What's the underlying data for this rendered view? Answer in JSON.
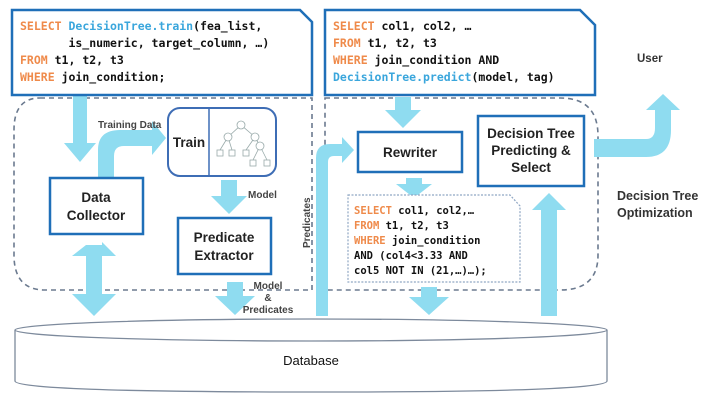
{
  "train_query": {
    "lines": [
      [
        {
          "t": "kw",
          "v": "SELECT "
        },
        {
          "t": "fn",
          "v": "DecisionTree.train"
        },
        {
          "t": "tx",
          "v": "(fea_list,"
        }
      ],
      [
        {
          "t": "tx",
          "v": "       is_numeric, target_column, …)"
        }
      ],
      [
        {
          "t": "kw",
          "v": "FROM "
        },
        {
          "t": "tx",
          "v": "t1, t2, t3"
        }
      ],
      [
        {
          "t": "kw",
          "v": "WHERE "
        },
        {
          "t": "tx",
          "v": "join_condition;"
        }
      ]
    ]
  },
  "predict_query": {
    "lines": [
      [
        {
          "t": "kw",
          "v": "SELECT "
        },
        {
          "t": "tx",
          "v": "col1, col2, …"
        }
      ],
      [
        {
          "t": "kw",
          "v": "FROM "
        },
        {
          "t": "tx",
          "v": "t1, t2, t3"
        }
      ],
      [
        {
          "t": "kw",
          "v": "WHERE "
        },
        {
          "t": "tx",
          "v": "join_condition AND"
        }
      ],
      [
        {
          "t": "fn",
          "v": "DecisionTree.predict"
        },
        {
          "t": "tx",
          "v": "(model, tag)"
        }
      ]
    ]
  },
  "rewritten_query": {
    "lines": [
      [
        {
          "t": "kw",
          "v": "SELECT "
        },
        {
          "t": "tx",
          "v": "col1, col2,…"
        }
      ],
      [
        {
          "t": "kw",
          "v": "FROM "
        },
        {
          "t": "tx",
          "v": "t1, t2, t3"
        }
      ],
      [
        {
          "t": "kw",
          "v": "WHERE "
        },
        {
          "t": "tx",
          "v": "join_condition"
        }
      ],
      [
        {
          "t": "tx",
          "v": "AND (col4<3.33 AND"
        }
      ],
      [
        {
          "t": "tx",
          "v": "col5 NOT IN (21,…)…);"
        }
      ]
    ]
  },
  "nodes": {
    "data_collector": [
      "Data",
      "Collector"
    ],
    "train": "Train",
    "predicate_extractor": [
      "Predicate",
      "Extractor"
    ],
    "rewriter": "Rewriter",
    "dt_predict": [
      "Decision Tree",
      "Predicting &",
      "Select"
    ],
    "database": "Database"
  },
  "labels": {
    "training_data": "Training Data",
    "model": "Model",
    "model_predicates": [
      "Model",
      "&",
      "Predicates"
    ],
    "predicates": "Predicates",
    "user": "User",
    "optimization": [
      "Decision Tree",
      "Optimization"
    ]
  },
  "colors": {
    "keyword": "#ef8a4a",
    "function": "#3aa6dc",
    "box_border": "#1f6fb8",
    "arrow": "#8fdcf0"
  }
}
